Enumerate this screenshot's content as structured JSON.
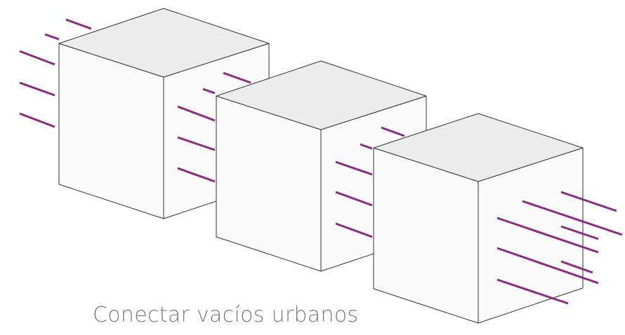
{
  "caption": "Conectar vacíos urbanos",
  "colors": {
    "line": "#8b2a7e",
    "top_face": "#ececec",
    "side_face": "#fbfbfb",
    "edge": "#333333",
    "caption": "#7a7a7a"
  },
  "cubes": [
    {
      "name": "cube-1"
    },
    {
      "name": "cube-2"
    },
    {
      "name": "cube-3"
    }
  ]
}
